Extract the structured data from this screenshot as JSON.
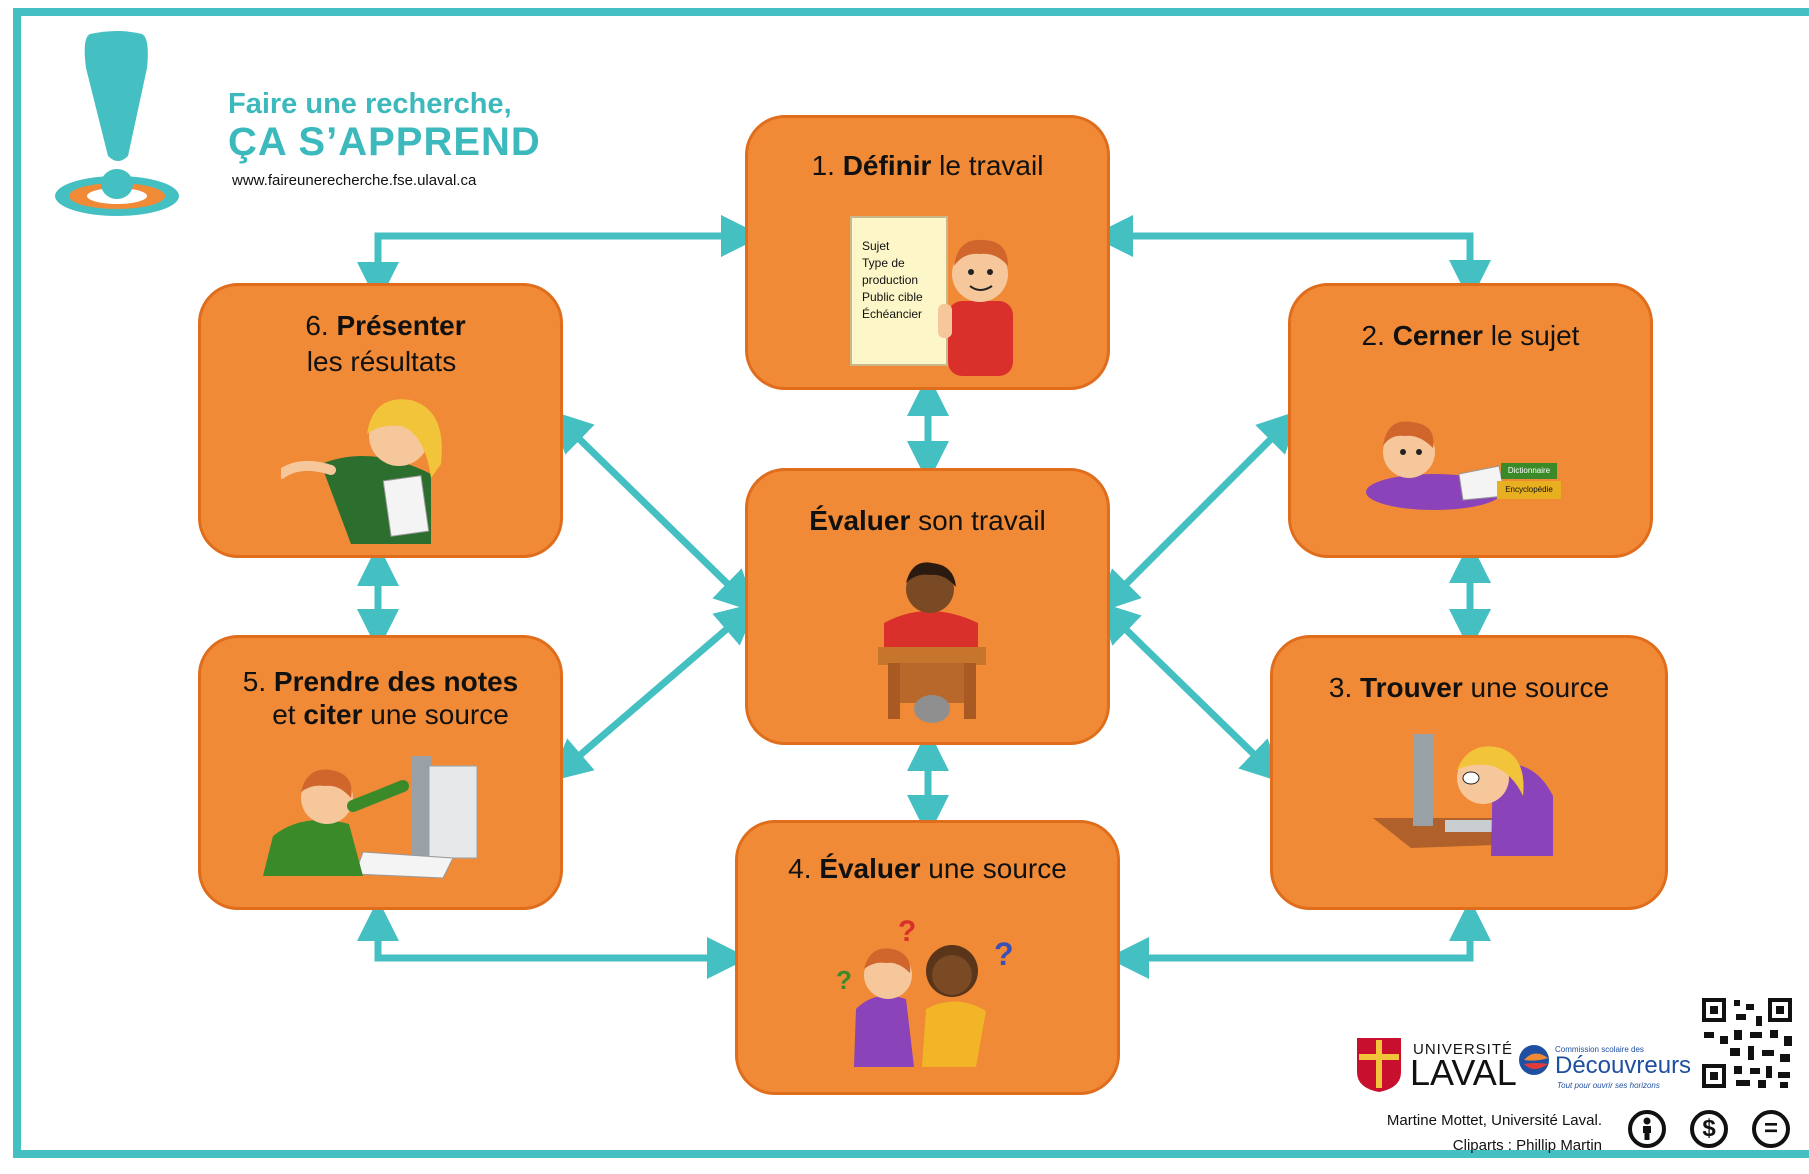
{
  "brand": {
    "line1": "Faire une recherche,",
    "line2": "ÇA S’APPREND",
    "url": "www.faireunerecherche.fse.ulaval.ca"
  },
  "steps": {
    "s1": {
      "num": "1.",
      "bold": "Définir",
      "rest": " le travail",
      "note_items": [
        "Sujet",
        "Type de production",
        "Public cible",
        "Échéancier"
      ]
    },
    "s2": {
      "num": "2.",
      "bold": "Cerner",
      "rest": " le sujet",
      "book1": "Dictionnaire",
      "book2": "Encyclopédie"
    },
    "s3": {
      "num": "3.",
      "bold": "Trouver",
      "rest": " une source"
    },
    "s4": {
      "num": "4.",
      "bold": "Évaluer",
      "rest": " une source"
    },
    "s5": {
      "num": "5.",
      "bold": "Prendre des notes",
      "line2_pre": "et ",
      "line2_bold": "citer",
      "line2_rest": " une source"
    },
    "s6": {
      "num": "6.",
      "bold": "Présenter",
      "line2": "les résultats"
    },
    "center": {
      "bold": "Évaluer",
      "rest": " son travail"
    }
  },
  "logos": {
    "ul_small": "UNIVERSITÉ",
    "ul_big": "LAVAL",
    "csd_small": "Commission scolaire des",
    "csd_big": "Découvreurs",
    "csd_tag": "Tout pour ouvrir ses horizons"
  },
  "credits": {
    "author": "Martine Mottet, Université Laval.",
    "cliparts": "Cliparts : Phillip Martin"
  },
  "license_icons": [
    "attribution-icon",
    "non-commercial-icon",
    "no-derivatives-icon"
  ],
  "colors": {
    "teal": "#44bfc2",
    "orange": "#f08a36"
  }
}
